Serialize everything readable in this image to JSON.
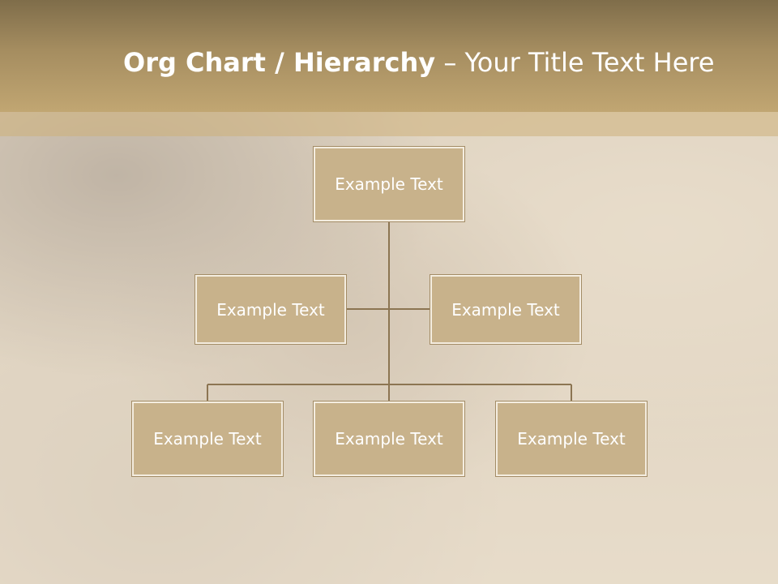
{
  "slide": {
    "title_bold": "Org Chart / Hierarchy",
    "title_dash": " – ",
    "title_rest": "Your Title Text Here"
  },
  "org_chart": {
    "root": "Example Text",
    "assistants": [
      "Example Text",
      "Example Text"
    ],
    "children": [
      "Example Text",
      "Example Text",
      "Example Text"
    ]
  },
  "colors": {
    "title_band": "#a58d60",
    "node_fill": "#c8b28b",
    "node_border": "#f4ede0",
    "connector": "#8c7552",
    "text": "#ffffff"
  }
}
